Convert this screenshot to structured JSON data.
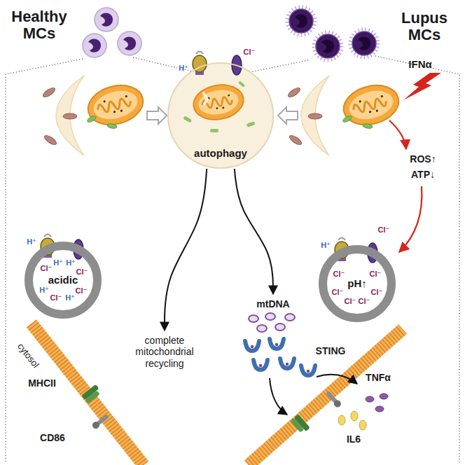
{
  "diagram": {
    "nodes": [
      {
        "text": [
          "acidic"
        ]
      },
      {
        "text": [
          "autophagy"
        ]
      },
      {
        "text": [
          "pH↑"
        ]
      },
      {
        "text": [
          "complete mitochondrial recycling"
        ]
      },
      {
        "text": [
          "mtDNA"
        ]
      }
    ],
    "edges": [
      {
        "from": 1,
        "to": 3,
        "arrow": "to"
      },
      {
        "from": 1,
        "to": 4,
        "arrow": "to"
      }
    ],
    "labels": [
      "Healthy MCs",
      "Lupus MCs",
      "IFNα",
      "ROS↑",
      "ATP↓",
      "STING",
      "TNFα",
      "IL6",
      "cytosol",
      "MHCII",
      "CD86",
      "H⁺",
      "Cl⁻",
      "H⁺",
      "Cl⁻",
      "H⁺",
      "H⁺",
      "Cl⁻",
      "H⁺",
      "Cl⁻",
      "H⁺",
      "Cl⁻",
      "H⁺",
      "Cl⁻",
      "Cl⁻",
      "Cl⁻",
      "Cl⁻",
      "Cl⁻",
      "Cl⁻",
      "Cl⁻"
    ]
  }
}
